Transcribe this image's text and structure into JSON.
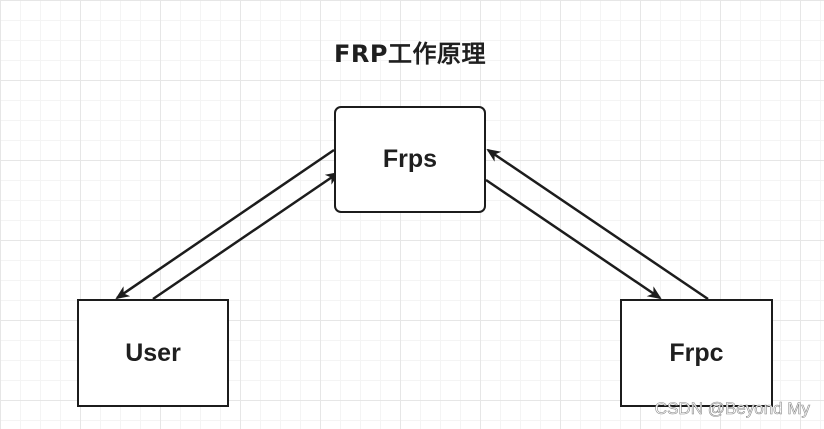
{
  "diagram": {
    "title": "FRP工作原理",
    "nodes": {
      "frps": "Frps",
      "user": "User",
      "frpc": "Frpc"
    },
    "edges": [
      {
        "from": "Frps",
        "to": "User"
      },
      {
        "from": "User",
        "to": "Frps"
      },
      {
        "from": "Frps",
        "to": "Frpc"
      },
      {
        "from": "Frpc",
        "to": "Frps"
      }
    ]
  },
  "watermark": "CSDN @Beyond My"
}
